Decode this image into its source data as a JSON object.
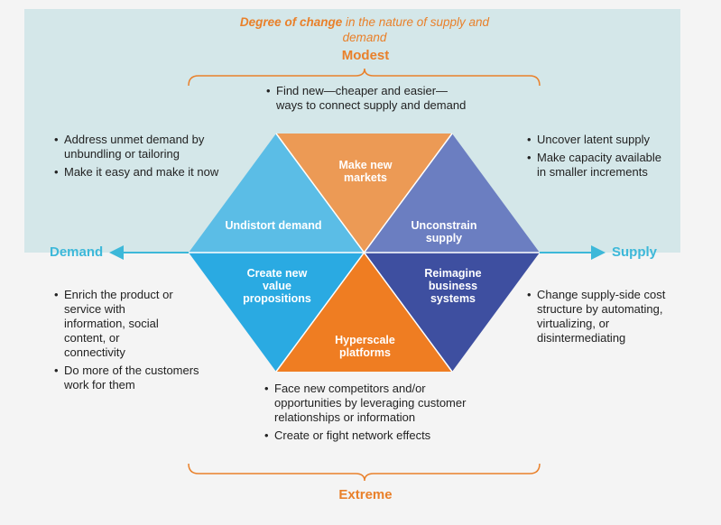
{
  "title": {
    "emphasis": "Degree of change",
    "rest": " in the nature of supply and demand"
  },
  "levels": {
    "top": "Modest",
    "bottom": "Extreme"
  },
  "axis": {
    "left": "Demand",
    "right": "Supply"
  },
  "segments": {
    "top": "Make new markets",
    "upper_left": "Undistort demand",
    "upper_right": "Unconstrain supply",
    "lower_left": "Create new value propositions",
    "lower_right": "Reimagine business systems",
    "bottom": "Hyperscale platforms"
  },
  "bullets": {
    "top_center": [
      "Find new—cheaper and easier—ways to connect supply and demand"
    ],
    "upper_left": [
      "Address unmet demand by unbundling or tailoring",
      "Make it easy and make it now"
    ],
    "upper_right": [
      "Uncover latent supply",
      "Make capacity available in smaller increments"
    ],
    "lower_left": [
      "Enrich the product or service with information, social content, or connectivity",
      "Do more of the customers work for them"
    ],
    "lower_right": [
      "Change supply-side cost structure by automating, virtualizing, or disintermediating"
    ],
    "bottom_center": [
      "Face new competitors and/or opportunities by leveraging customer relationships or information",
      "Create or fight network effects"
    ]
  },
  "colors": {
    "panel": "#d4e7e9",
    "accent_orange": "#e9802a",
    "axis_blue": "#3db8d9",
    "seg_top": "#ec9a55",
    "seg_upper_left": "#5bbde6",
    "seg_upper_right": "#6b7ec1",
    "seg_lower_left": "#2aaae2",
    "seg_lower_right": "#3e4fa0",
    "seg_bottom": "#ef7d22"
  }
}
